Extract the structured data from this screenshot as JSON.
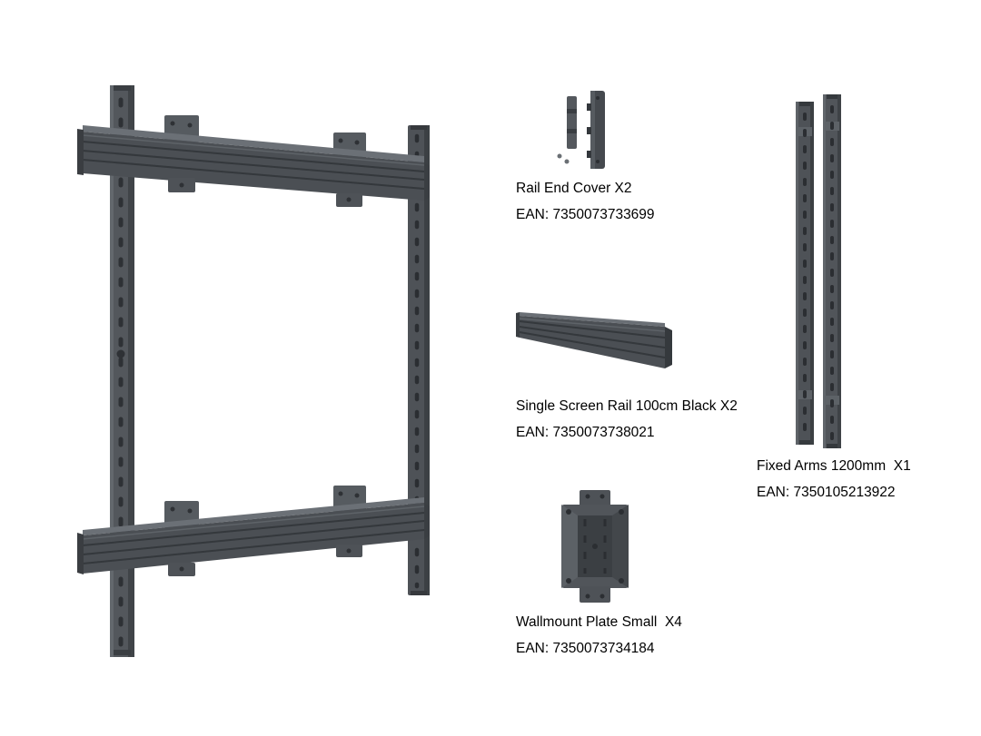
{
  "diagram": {
    "type": "product-parts-overview",
    "background": "#ffffff"
  },
  "colors": {
    "part_dark": "#34383c",
    "part_mid": "#4b4f54",
    "part_light": "#6b7076",
    "hole": "#2b2e32",
    "text": "#000000"
  },
  "parts": [
    {
      "id": "rail-end-cover",
      "label": "Rail End Cover X2",
      "ean": "EAN: 7350073733699"
    },
    {
      "id": "single-screen-rail",
      "label": "Single Screen Rail 100cm Black X2",
      "ean": "EAN: 7350073738021"
    },
    {
      "id": "fixed-arms",
      "label": "Fixed Arms 1200mm  X1",
      "ean": "EAN: 7350105213922"
    },
    {
      "id": "wallmount-plate",
      "label": "Wallmount Plate Small  X4",
      "ean": "EAN: 7350073734184"
    }
  ]
}
